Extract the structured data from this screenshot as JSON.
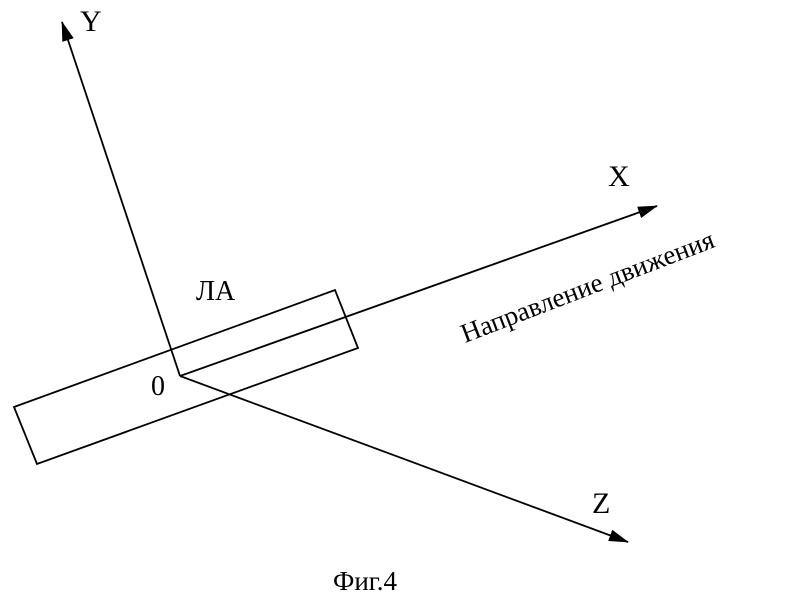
{
  "diagram": {
    "axes": {
      "y_label": "Y",
      "x_label": "X",
      "z_label": "Z"
    },
    "origin_label": "0",
    "vehicle_label": "ЛА",
    "direction_label": "Направление движения",
    "caption": "Фиг.4",
    "colors": {
      "line": "#000000",
      "background": "#ffffff"
    }
  }
}
